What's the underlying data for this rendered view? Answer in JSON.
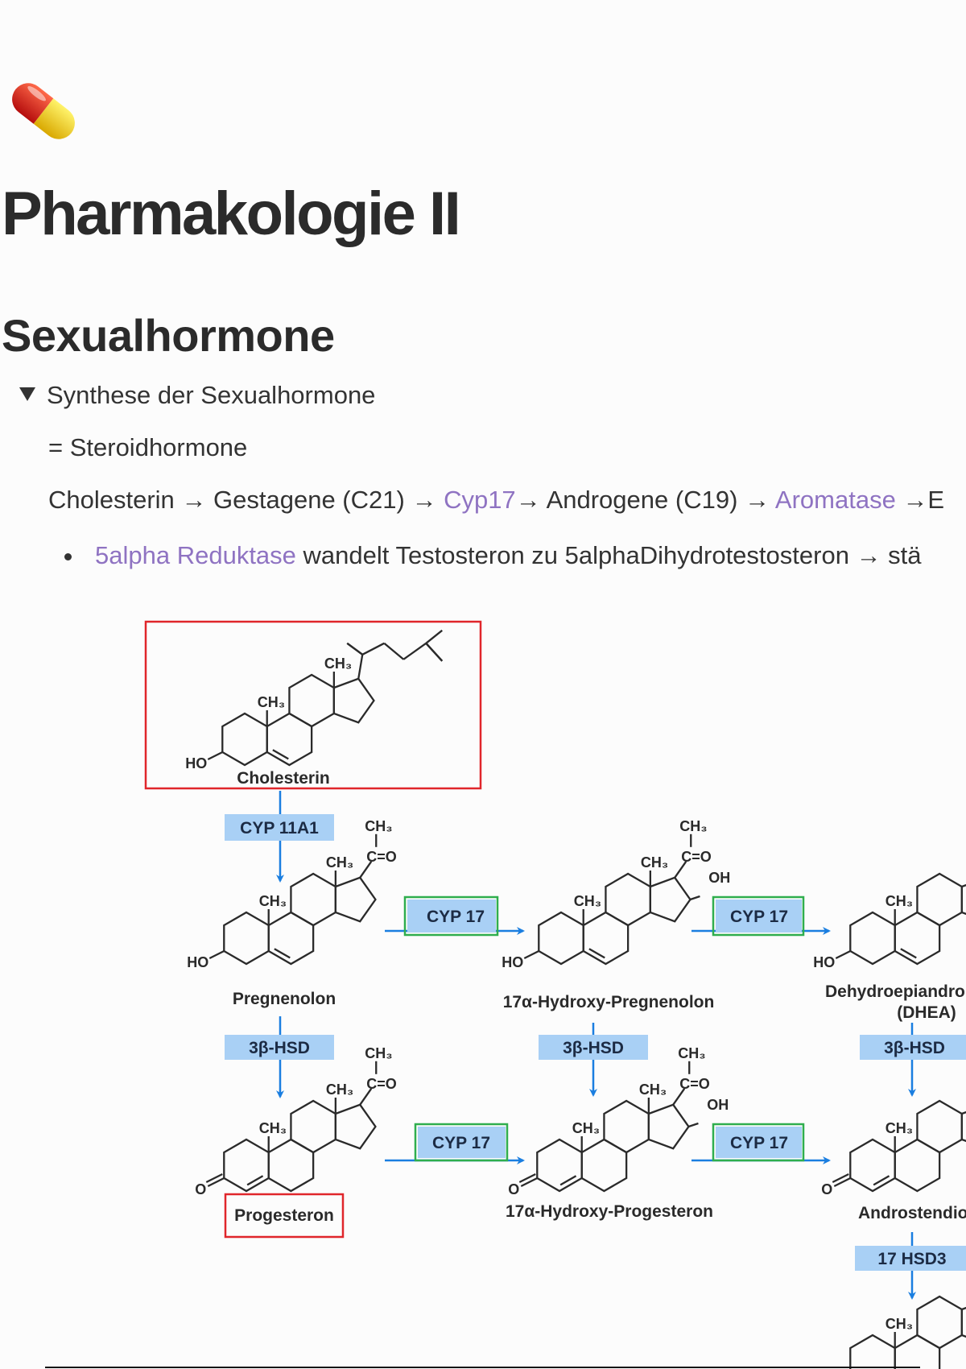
{
  "page": {
    "icon": "pill-icon",
    "title": "Pharmakologie II",
    "heading": "Sexualhormone"
  },
  "toggle": {
    "label": "Synthese der Sexualhormone",
    "line1": "= Steroidhormone",
    "line2": {
      "part1": "Cholesterin → Gestagene (C21) → ",
      "link1": "Cyp17",
      "part2": "→  Androgene (C19) → ",
      "link2": "Aromatase",
      "part3": " →E"
    },
    "bullet": {
      "link": "5alpha Reduktase",
      "text": " wandelt Testosteron zu 5alphaDihydrotestosteron → stä"
    }
  },
  "diagram": {
    "compounds": {
      "cholesterin": "Cholesterin",
      "pregnenolon": "Pregnenolon",
      "hydroxy_pregnenolon": "17α-Hydroxy-Pregnenolon",
      "dhea_1": "Dehydroepiandro",
      "dhea_2": "(DHEA)",
      "progesteron": "Progesteron",
      "hydroxy_progesteron": "17α-Hydroxy-Progesteron",
      "androstendion": "Androstendio"
    },
    "enzymes": {
      "cyp11a1": "CYP 11A1",
      "cyp17": "CYP 17",
      "hsd3b": "3β-HSD",
      "hsd17_3": "17 HSD3"
    },
    "atoms": {
      "methyl": "CH₃",
      "hydroxy_left": "HO",
      "oxo": "O",
      "hydroxy": "OH",
      "carbonyl": "C=O"
    },
    "colors": {
      "highlight_red": "#e0262b",
      "highlight_green": "#2fae4e",
      "enzyme_fill": "#a9d0f5",
      "arrow_blue": "#1a7ee0",
      "link_purple": "#8f73c2"
    }
  }
}
